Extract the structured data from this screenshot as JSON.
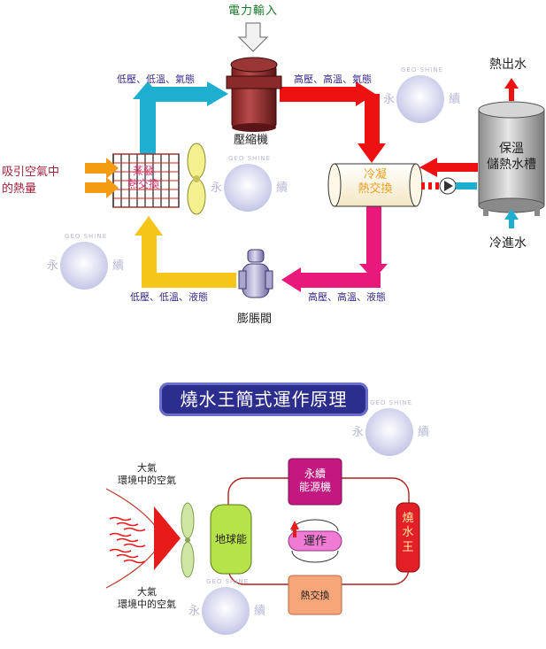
{
  "top": {
    "power_in": "電力輸入",
    "compressor": "壓縮機",
    "expansion_valve": "膨脹閥",
    "evaporator": "蒸發\n熱交換",
    "condenser": "冷凝\n熱交換",
    "tank": "保溫\n儲熱水槽",
    "hot_out": "熱出水",
    "cold_in": "冷進水",
    "air_heat": "吸引空氣中\n的熱量",
    "state_top_left": "低壓、低溫、氣態",
    "state_top_right": "高壓、高溫、氣態",
    "state_bottom_right": "高壓、高溫、液態",
    "state_bottom_left": "低壓、低溫、液態"
  },
  "bottom": {
    "title": "燒水王簡式運作原理",
    "atmos_top": "大氣\n環境中的空氣",
    "atmos_bottom": "大氣\n環境中的空氣",
    "earth_energy": "地球能",
    "yongji_machine": "永續\n能源機",
    "operation": "運作",
    "heat_exchange": "熱交換",
    "water_king": "燒\n水\n王"
  },
  "watermark": {
    "brand_top": "GEO SHINE",
    "char_left": "永",
    "char_right": "續"
  },
  "colors": {
    "pipe_blue": "#1eaed0",
    "pipe_red": "#ee1111",
    "pipe_magenta": "#e8197a",
    "pipe_yellow": "#f5c518",
    "panel": "#f8bd1b",
    "banner": "#2b2e8c"
  }
}
